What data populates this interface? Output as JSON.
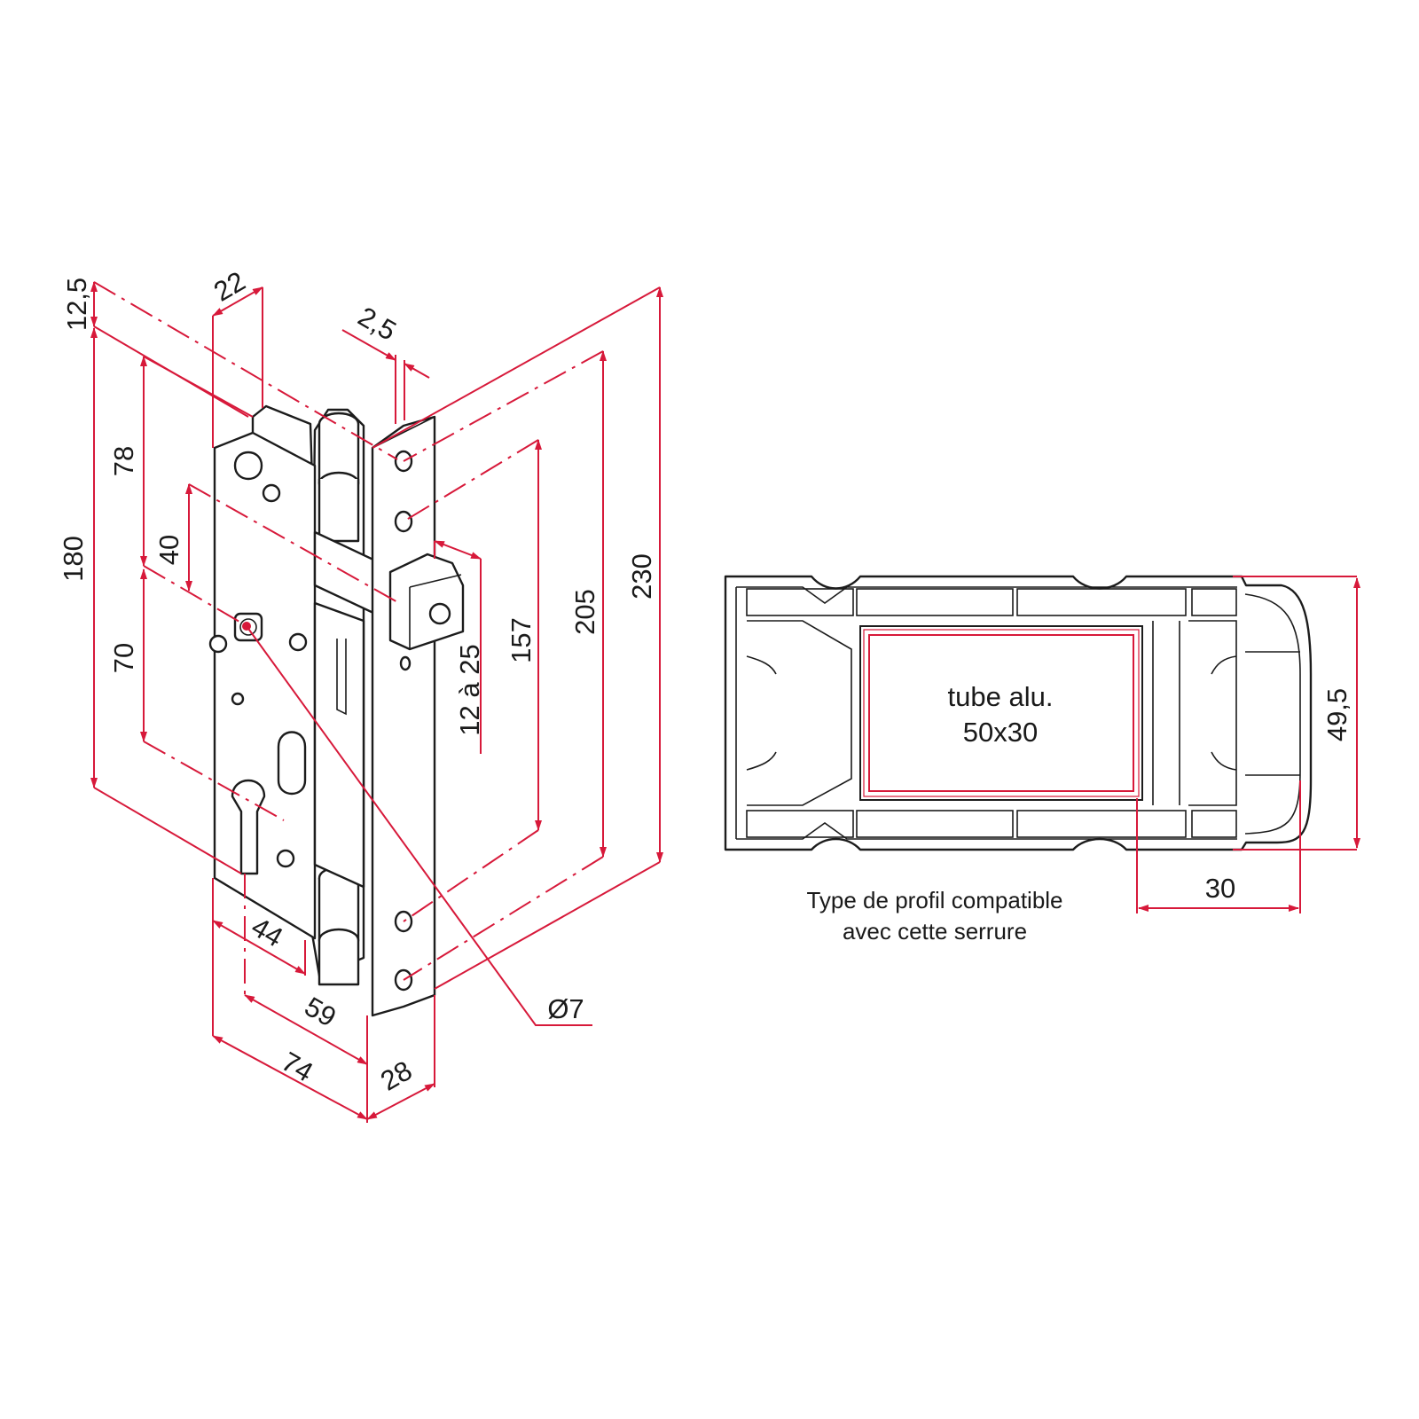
{
  "lock_drawing": {
    "dimensions": {
      "d_12_5": "12,5",
      "d_22": "22",
      "d_2_5": "2,5",
      "d_78": "78",
      "d_40": "40",
      "d_180": "180",
      "d_70": "70",
      "d_12a25": "12 à 25",
      "d_157": "157",
      "d_205": "205",
      "d_230": "230",
      "d_44": "44",
      "d_59": "59",
      "d_74": "74",
      "d_28": "28",
      "d_phi7": "Ø7"
    }
  },
  "profile_drawing": {
    "tube_label_line1": "tube alu.",
    "tube_label_line2": "50x30",
    "dim_49_5": "49,5",
    "dim_30": "30",
    "caption_line1": "Type de profil compatible",
    "caption_line2": "avec cette serrure"
  },
  "colors": {
    "dimension_line": "#d7193a",
    "outline": "#1c1c1c"
  }
}
